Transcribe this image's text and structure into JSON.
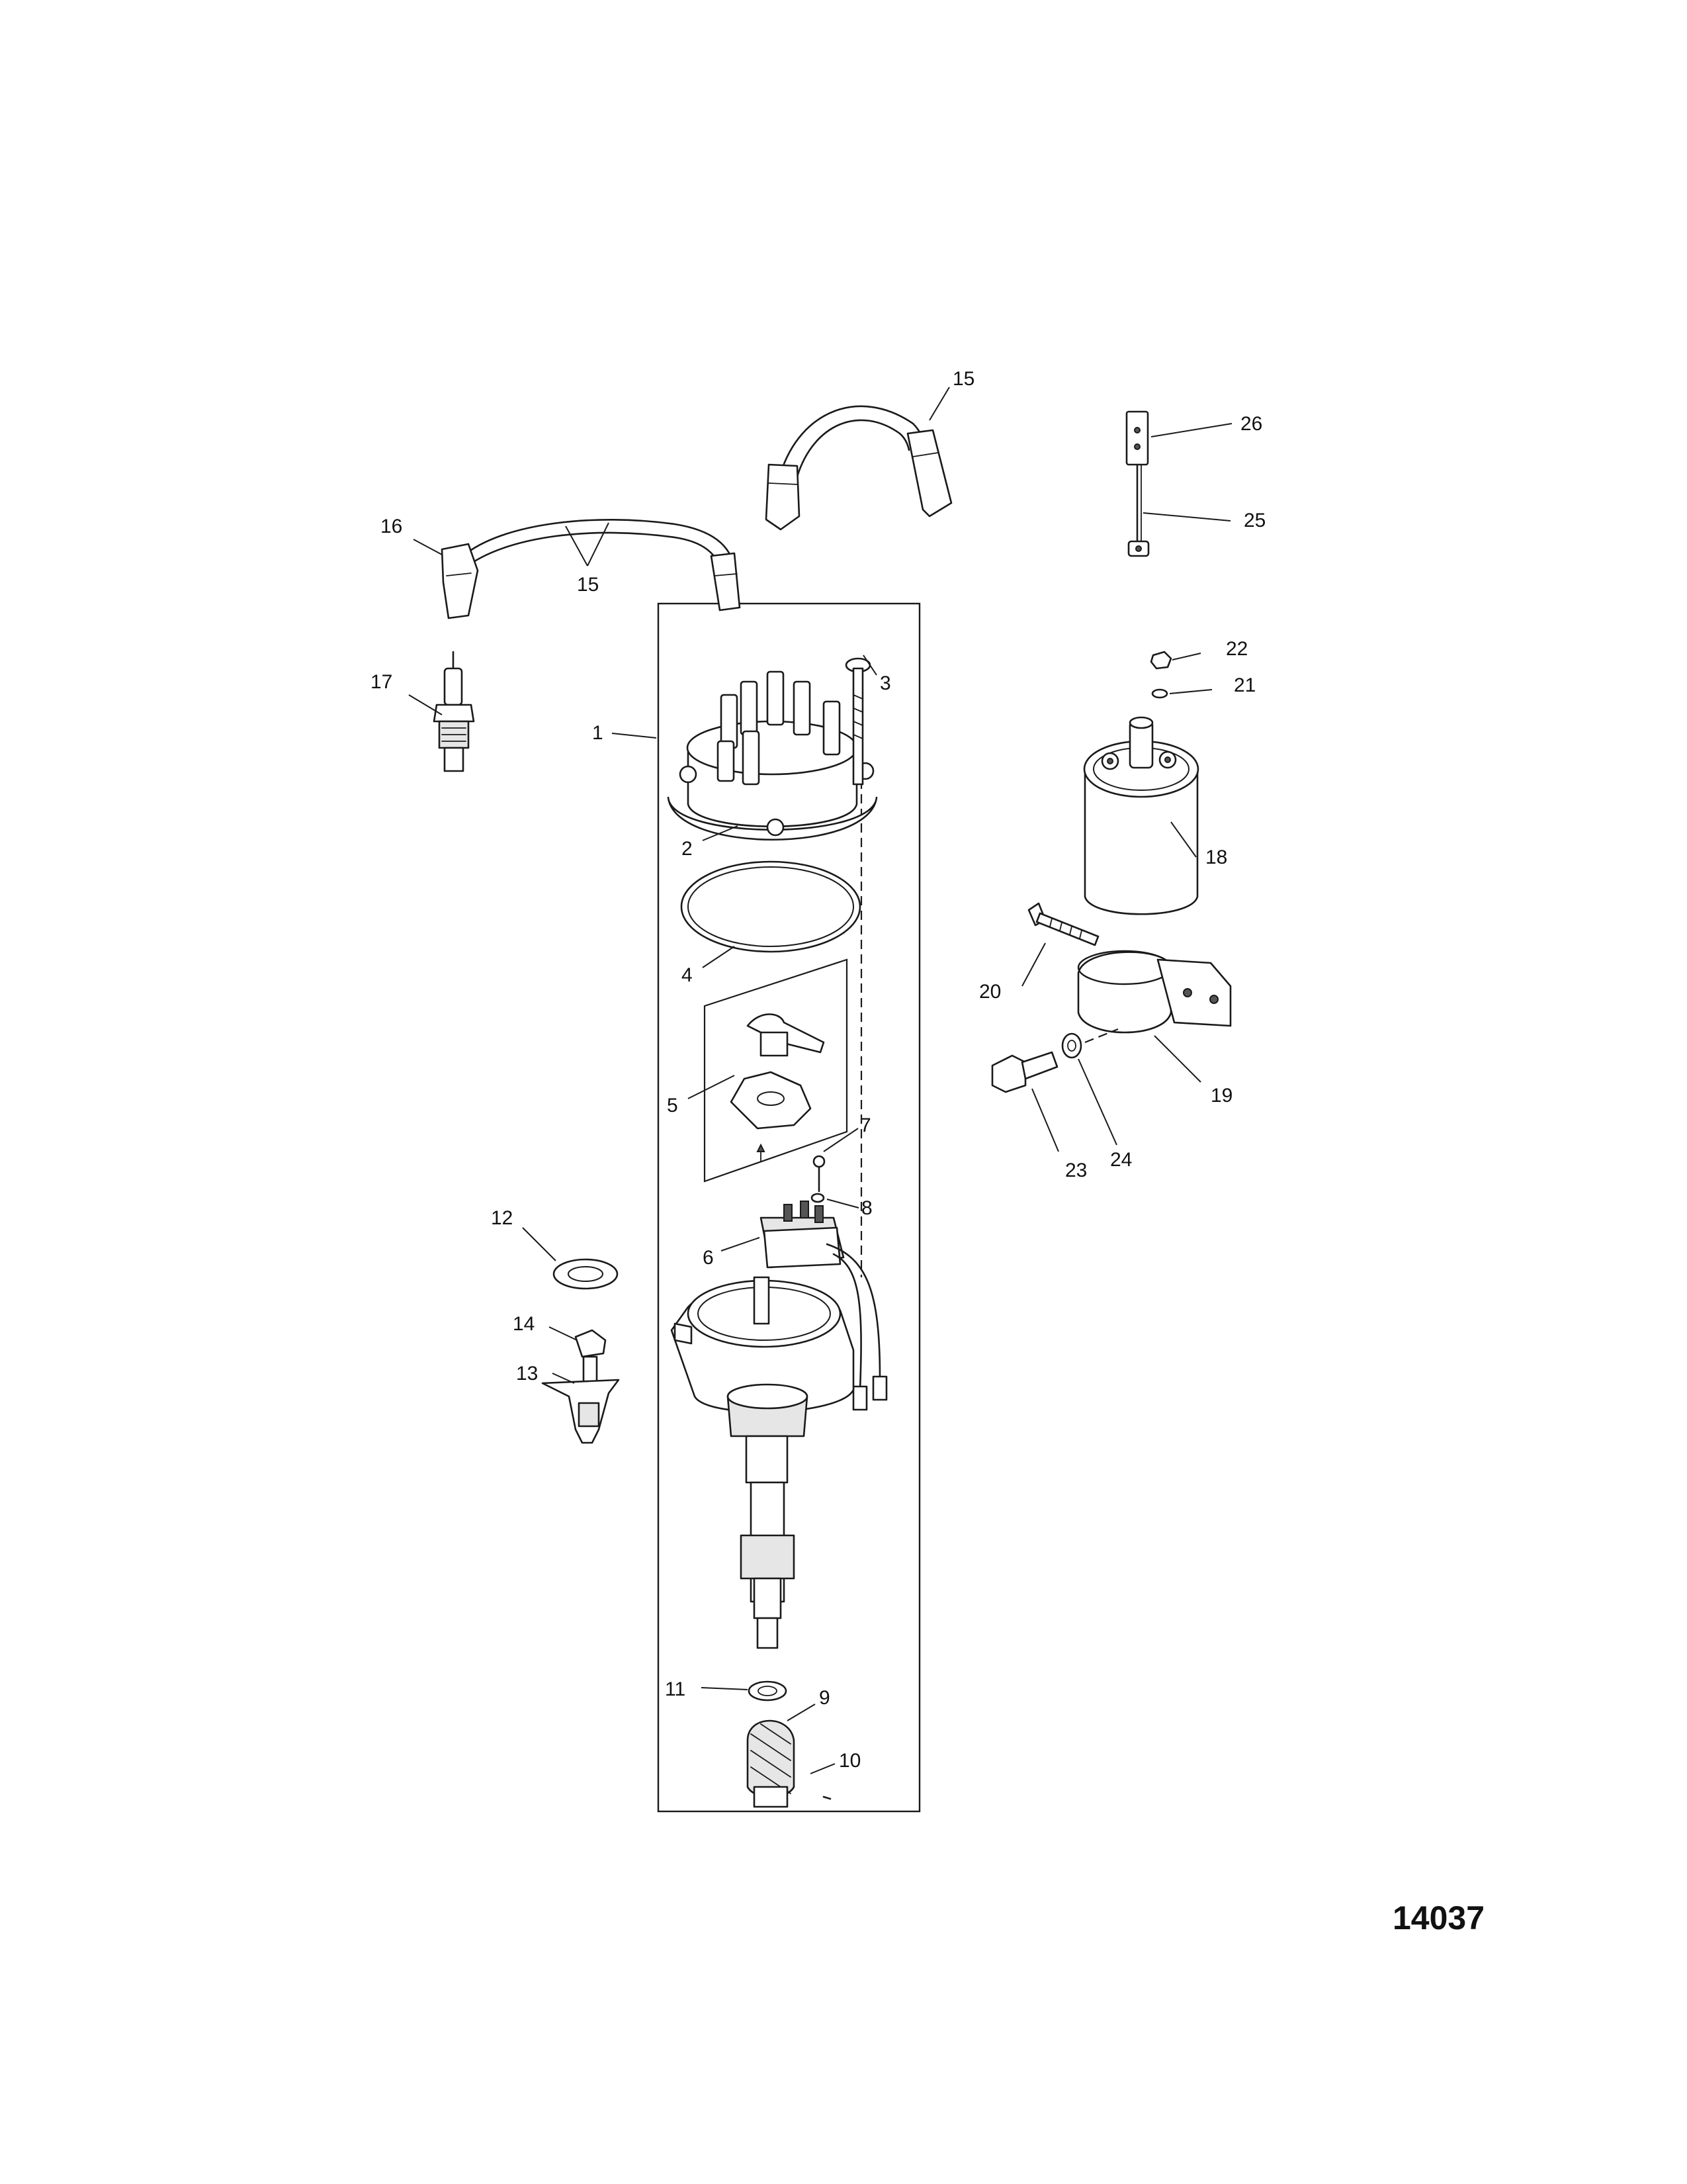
{
  "figure_id": "14037",
  "callouts": [
    {
      "id": "c1",
      "text": "1"
    },
    {
      "id": "c2",
      "text": "2"
    },
    {
      "id": "c3",
      "text": "3"
    },
    {
      "id": "c4",
      "text": "4"
    },
    {
      "id": "c5",
      "text": "5"
    },
    {
      "id": "c6",
      "text": "6"
    },
    {
      "id": "c7",
      "text": "7"
    },
    {
      "id": "c8",
      "text": "8"
    },
    {
      "id": "c9",
      "text": "9"
    },
    {
      "id": "c10",
      "text": "10"
    },
    {
      "id": "c11",
      "text": "11"
    },
    {
      "id": "c12",
      "text": "12"
    },
    {
      "id": "c13",
      "text": "13"
    },
    {
      "id": "c14",
      "text": "14"
    },
    {
      "id": "c15a",
      "text": "15"
    },
    {
      "id": "c15b",
      "text": "15"
    },
    {
      "id": "c16",
      "text": "16"
    },
    {
      "id": "c17",
      "text": "17"
    },
    {
      "id": "c18",
      "text": "18"
    },
    {
      "id": "c19",
      "text": "19"
    },
    {
      "id": "c20",
      "text": "20"
    },
    {
      "id": "c21",
      "text": "21"
    },
    {
      "id": "c22",
      "text": "22"
    },
    {
      "id": "c23",
      "text": "23"
    },
    {
      "id": "c24",
      "text": "24"
    },
    {
      "id": "c25",
      "text": "25"
    },
    {
      "id": "c26",
      "text": "26"
    }
  ]
}
